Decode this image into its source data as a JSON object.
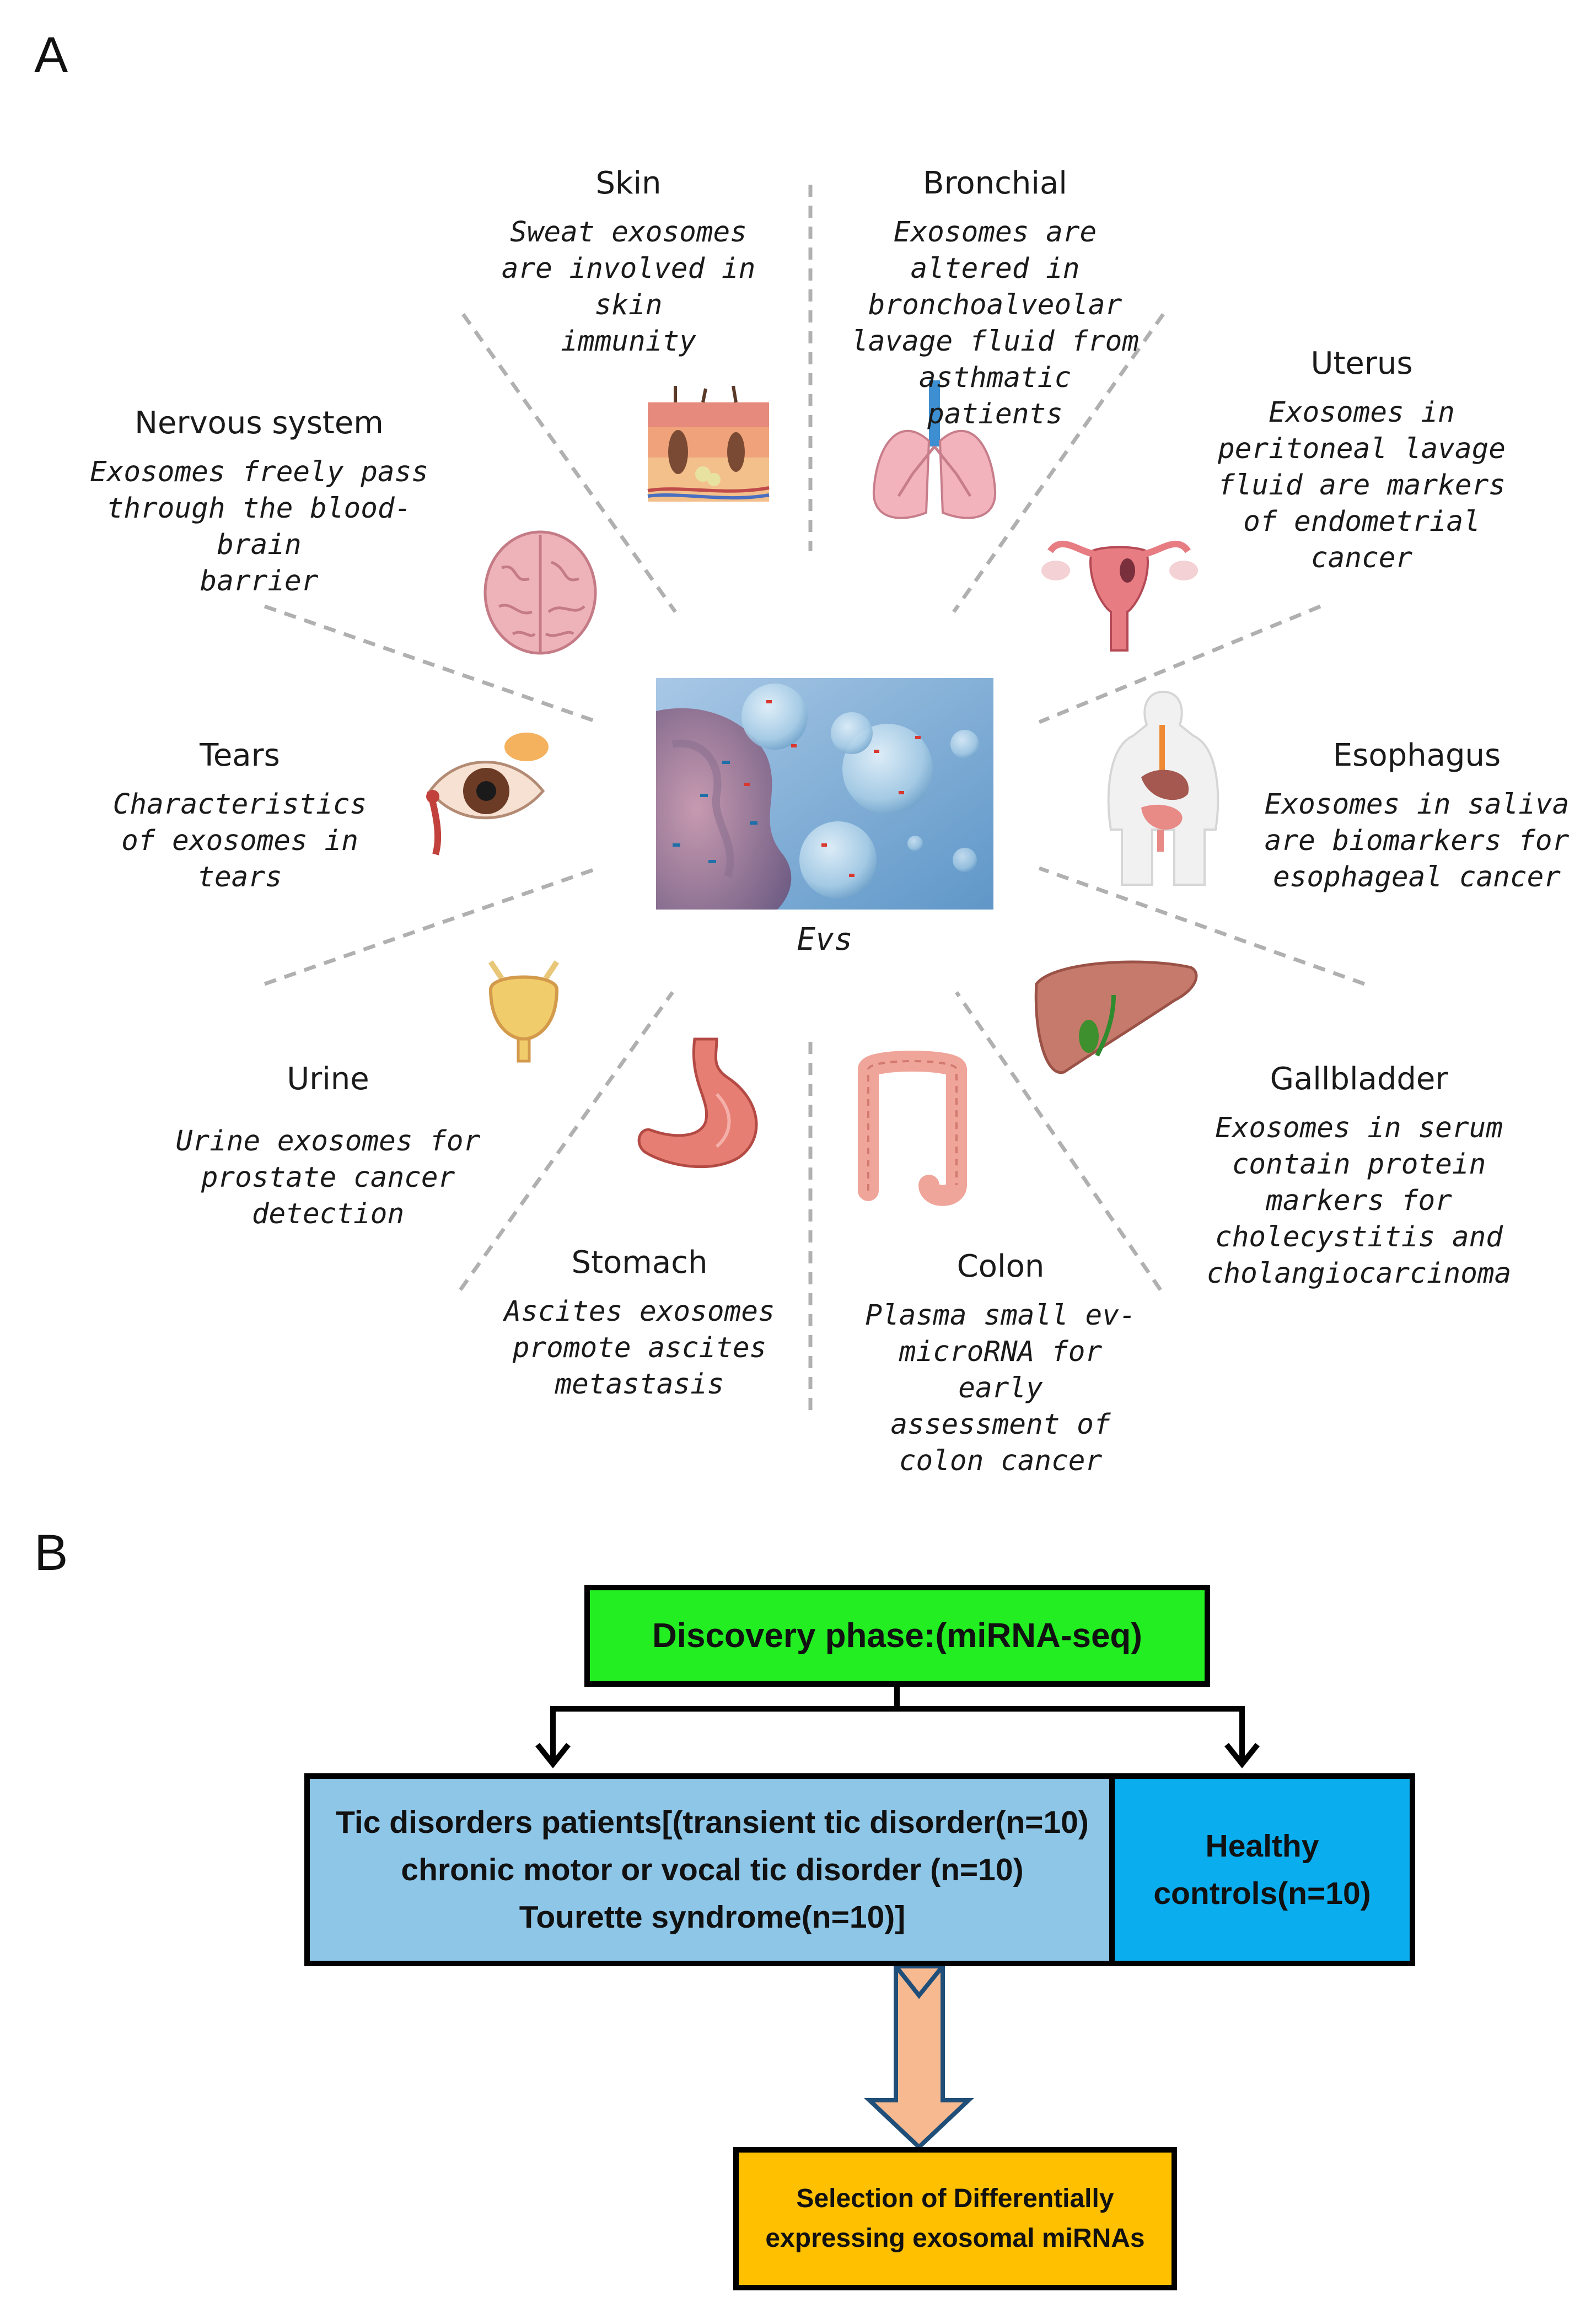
{
  "panel_a": {
    "letter": "A",
    "center_caption": "Evs",
    "organs": [
      {
        "id": "skin",
        "name": "Skin",
        "desc": [
          "Sweat exosomes",
          "are involved in skin",
          "immunity"
        ]
      },
      {
        "id": "bronchial",
        "name": "Bronchial",
        "desc": [
          "Exosomes are",
          "altered in",
          "bronchoalveolar",
          "lavage fluid from",
          "asthmatic patients"
        ]
      },
      {
        "id": "uterus",
        "name": "Uterus",
        "desc": [
          "Exosomes in",
          "peritoneal lavage",
          "fluid are markers",
          "of endometrial",
          "cancer"
        ]
      },
      {
        "id": "nervous",
        "name": "Nervous system",
        "desc": [
          "Exosomes freely pass",
          "through the blood-brain",
          "barrier"
        ]
      },
      {
        "id": "tears",
        "name": "Tears",
        "desc": [
          "Characteristics",
          "of exosomes in",
          "tears"
        ]
      },
      {
        "id": "esophagus",
        "name": "Esophagus",
        "desc": [
          "Exosomes in saliva",
          "are biomarkers for",
          "esophageal cancer"
        ]
      },
      {
        "id": "urine",
        "name": "Urine",
        "desc": [
          "Urine exosomes for",
          "prostate cancer",
          "detection"
        ]
      },
      {
        "id": "gallbladder",
        "name": "Gallbladder",
        "desc": [
          "Exosomes in serum",
          "contain protein",
          "markers for",
          "cholecystitis and",
          "cholangiocarcinoma"
        ]
      },
      {
        "id": "stomach",
        "name": "Stomach",
        "desc": [
          "Ascites exosomes",
          "promote ascites",
          "metastasis"
        ]
      },
      {
        "id": "colon",
        "name": "Colon",
        "desc": [
          "Plasma small ev-",
          "microRNA for early",
          "assessment of",
          "colon cancer"
        ]
      }
    ]
  },
  "panel_b": {
    "letter": "B",
    "discovery": "Discovery phase:(miRNA-seq)",
    "patients": [
      "Tic disorders patients[(transient tic disorder(n=10)",
      "chronic motor or vocal tic disorder (n=10)",
      "Tourette syndrome(n=10)]"
    ],
    "controls": [
      "Healthy",
      "controls(n=10)"
    ],
    "selection": [
      "Selection of  Differentially",
      "expressing exosomal miRNAs"
    ]
  },
  "colors": {
    "discovery_box": "#22ee22",
    "patients_box": "#8ec6e8",
    "controls_box": "#0aadee",
    "selection_box": "#ffc000",
    "arrow_fill": "#f7b98f",
    "arrow_outline": "#1f4e79",
    "spoke": "#b0b0b0"
  },
  "icons": [
    "skin-icon",
    "lungs-icon",
    "uterus-icon",
    "brain-icon",
    "eye-icon",
    "digestive-system-icon",
    "bladder-icon",
    "liver-icon",
    "stomach-icon",
    "colon-icon",
    "extracellular-vesicles-image"
  ]
}
